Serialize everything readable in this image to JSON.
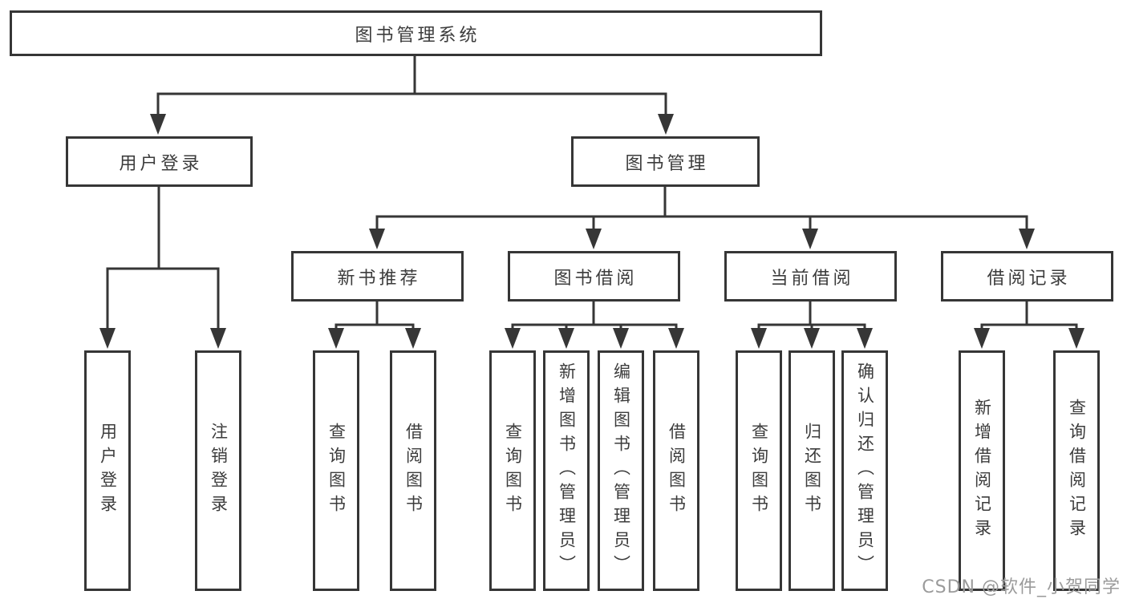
{
  "diagram": {
    "root": "图书管理系统",
    "level2": [
      {
        "label": "用户登录"
      },
      {
        "label": "图书管理"
      }
    ],
    "level3": [
      {
        "label": "新书推荐"
      },
      {
        "label": "图书借阅"
      },
      {
        "label": "当前借阅"
      },
      {
        "label": "借阅记录"
      }
    ],
    "leaves": {
      "user": [
        "用户登录",
        "注销登录"
      ],
      "recommend": [
        "查询图书",
        "借阅图书"
      ],
      "borrow": [
        "查询图书",
        "新增图书（管理员）",
        "编辑图书（管理员）",
        "借阅图书"
      ],
      "current": [
        "查询图书",
        "归还图书",
        "确认归还（管理员）"
      ],
      "records": [
        "新增借阅记录",
        "查询借阅记录"
      ]
    }
  },
  "watermark": "CSDN @软件_小贺同学",
  "colors": {
    "line": "#363636",
    "text": "#3c3c3c",
    "watermark": "#9b9b9b"
  }
}
